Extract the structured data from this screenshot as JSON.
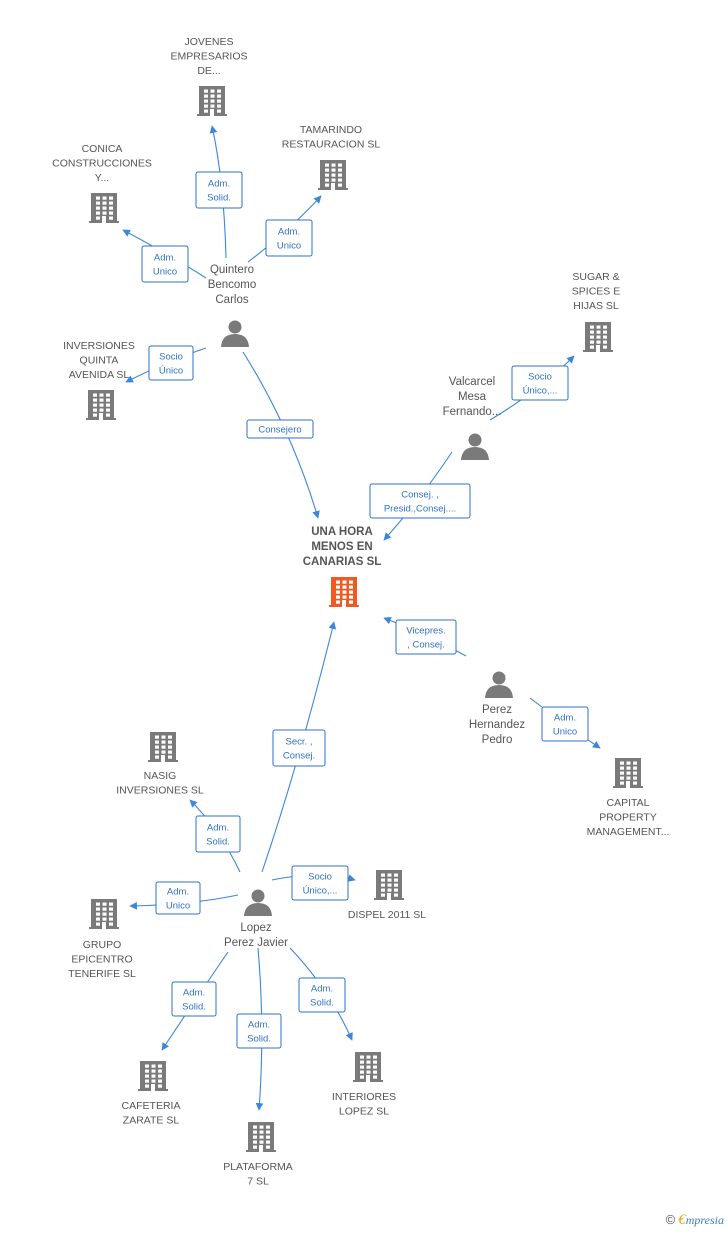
{
  "colors": {
    "edge": "#3d86d9",
    "building": "#7a7a7a",
    "center_building": "#f05a22",
    "person": "#7a7a7a"
  },
  "nodes": [
    {
      "id": "jovenes",
      "kind": "company",
      "lines": [
        "JOVENES",
        "EMPRESARIOS",
        "DE..."
      ]
    },
    {
      "id": "tamarindo",
      "kind": "company",
      "lines": [
        "TAMARINDO",
        "RESTAURACION SL"
      ]
    },
    {
      "id": "conica",
      "kind": "company",
      "lines": [
        "CONICA",
        "CONSTRUCCIONES",
        "Y..."
      ]
    },
    {
      "id": "quintero",
      "kind": "person",
      "lines": [
        "Quintero",
        "Bencomo",
        "Carlos"
      ]
    },
    {
      "id": "sugar",
      "kind": "company",
      "lines": [
        "SUGAR &",
        "SPICES E",
        "HIJAS SL"
      ]
    },
    {
      "id": "inversiones_quinta",
      "kind": "company",
      "lines": [
        "INVERSIONES",
        "QUINTA",
        "AVENIDA SL"
      ]
    },
    {
      "id": "valcarcel",
      "kind": "person",
      "lines": [
        "Valcarcel",
        "Mesa",
        "Fernando..."
      ]
    },
    {
      "id": "center",
      "kind": "center",
      "lines": [
        "UNA HORA",
        "MENOS EN",
        "CANARIAS SL"
      ]
    },
    {
      "id": "perez",
      "kind": "person",
      "lines": [
        "Perez",
        "Hernandez",
        "Pedro"
      ]
    },
    {
      "id": "capital",
      "kind": "company",
      "lines": [
        "CAPITAL",
        "PROPERTY",
        "MANAGEMENT..."
      ]
    },
    {
      "id": "nasig",
      "kind": "company",
      "lines": [
        "NASIG",
        "INVERSIONES SL"
      ]
    },
    {
      "id": "dispel",
      "kind": "company",
      "lines": [
        "DISPEL 2011 SL"
      ]
    },
    {
      "id": "lopez",
      "kind": "person",
      "lines": [
        "Lopez",
        "Perez Javier"
      ]
    },
    {
      "id": "grupo",
      "kind": "company",
      "lines": [
        "GRUPO",
        "EPICENTRO",
        "TENERIFE SL"
      ]
    },
    {
      "id": "cafeteria",
      "kind": "company",
      "lines": [
        "CAFETERIA",
        "ZARATE SL"
      ]
    },
    {
      "id": "interiores",
      "kind": "company",
      "lines": [
        "INTERIORES",
        "LOPEZ SL"
      ]
    },
    {
      "id": "plataforma",
      "kind": "company",
      "lines": [
        "PLATAFORMA",
        "7 SL"
      ]
    }
  ],
  "edges": [
    {
      "from": "quintero",
      "to": "jovenes",
      "label": [
        "Adm.",
        "Solid."
      ]
    },
    {
      "from": "quintero",
      "to": "tamarindo",
      "label": [
        "Adm.",
        "Unico"
      ]
    },
    {
      "from": "quintero",
      "to": "conica",
      "label": [
        "Adm.",
        "Unico"
      ]
    },
    {
      "from": "quintero",
      "to": "inversiones_quinta",
      "label": [
        "Socio",
        "Único"
      ]
    },
    {
      "from": "quintero",
      "to": "center",
      "label": [
        "Consejero"
      ]
    },
    {
      "from": "valcarcel",
      "to": "sugar",
      "label": [
        "Socio",
        "Único,..."
      ]
    },
    {
      "from": "valcarcel",
      "to": "center",
      "label": [
        "Consej. ,",
        "Presid.,Consej...."
      ]
    },
    {
      "from": "perez",
      "to": "center",
      "label": [
        "Vicepres.",
        ", Consej."
      ]
    },
    {
      "from": "perez",
      "to": "capital",
      "label": [
        "Adm.",
        "Unico"
      ]
    },
    {
      "from": "lopez",
      "to": "center",
      "label": [
        "Secr. ,",
        "Consej."
      ]
    },
    {
      "from": "lopez",
      "to": "nasig",
      "label": [
        "Adm.",
        "Solid."
      ]
    },
    {
      "from": "lopez",
      "to": "dispel",
      "label": [
        "Socio",
        "Único,..."
      ]
    },
    {
      "from": "lopez",
      "to": "grupo",
      "label": [
        "Adm.",
        "Unico"
      ]
    },
    {
      "from": "lopez",
      "to": "cafeteria",
      "label": [
        "Adm.",
        "Solid."
      ]
    },
    {
      "from": "lopez",
      "to": "plataforma",
      "label": [
        "Adm.",
        "Solid."
      ]
    },
    {
      "from": "lopez",
      "to": "interiores",
      "label": [
        "Adm.",
        "Solid."
      ]
    }
  ],
  "footer": {
    "copyright": "©",
    "brand_initial": "€",
    "brand_rest": "mpresia"
  }
}
